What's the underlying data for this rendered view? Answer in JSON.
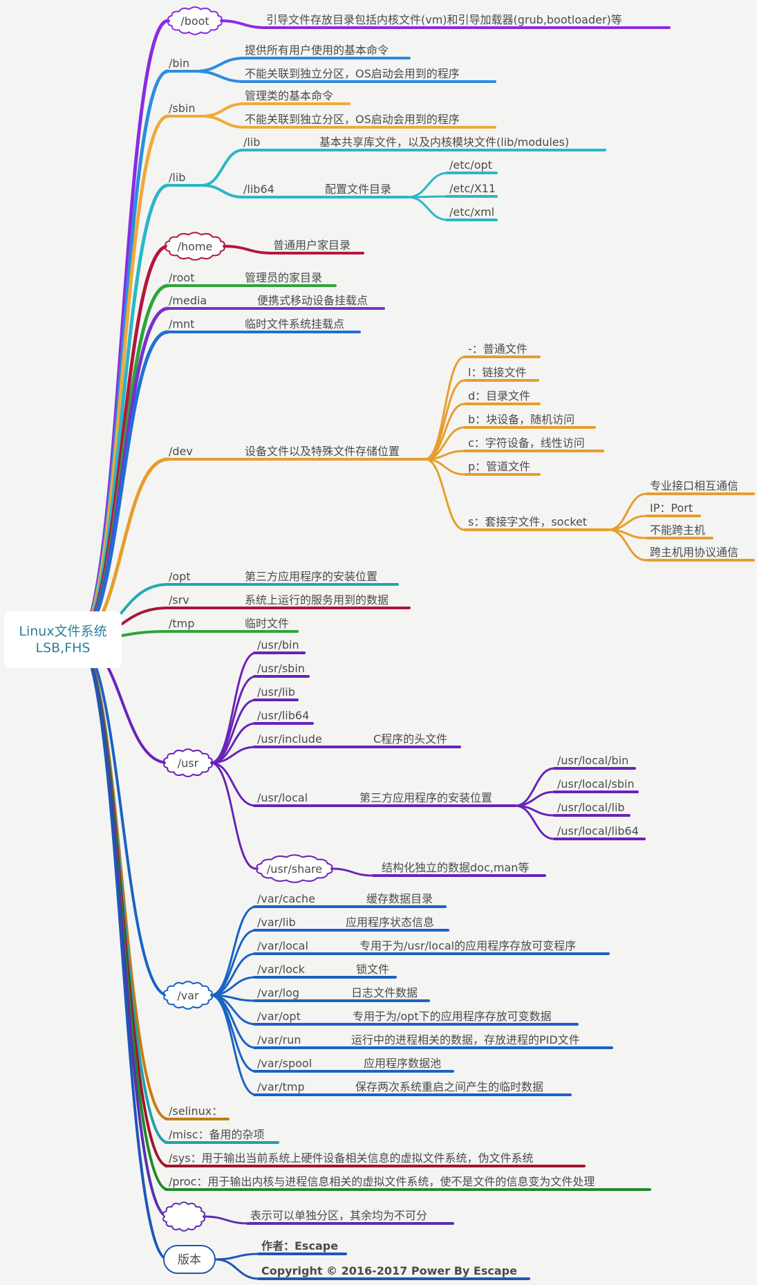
{
  "root": {
    "line1": "Linux文件系统",
    "line2": "LSB,FHS"
  },
  "nodes": {
    "boot": "/boot",
    "boot_desc": "引导文件存放目录包括内核文件(vm)和引导加载器(grub,bootloader)等",
    "bin": "/bin",
    "bin_d1": "提供所有用户使用的基本命令",
    "bin_d2": "不能关联到独立分区，OS启动会用到的程序",
    "sbin": "/sbin",
    "sbin_d1": "管理类的基本命令",
    "sbin_d2": "不能关联到独立分区，OS启动会用到的程序",
    "lib": "/lib",
    "lib_lib": "/lib",
    "lib_lib_desc": "基本共享库文件，以及内核模块文件(lib/modules)",
    "lib_lib64": "/lib64",
    "lib_lib64_desc": "配置文件目录",
    "etc_opt": "/etc/opt",
    "etc_x11": "/etc/X11",
    "etc_xml": "/etc/xml",
    "home": "/home",
    "home_desc": "普通用户家目录",
    "root_dir": "/root",
    "root_desc": "管理员的家目录",
    "media": "/media",
    "media_desc": "便携式移动设备挂载点",
    "mnt": "/mnt",
    "mnt_desc": "临时文件系统挂载点",
    "dev": "/dev",
    "dev_desc": "设备文件以及特殊文件存储位置",
    "dev_t1": "-：普通文件",
    "dev_t2": "l：链接文件",
    "dev_t3": "d：目录文件",
    "dev_t4": "b：块设备，随机访问",
    "dev_t5": "c：字符设备，线性访问",
    "dev_t6": "p：管道文件",
    "dev_t7": "s：套接字文件，socket",
    "sock1": "专业接口相互通信",
    "sock2": "IP：Port",
    "sock3": "不能跨主机",
    "sock4": "跨主机用协议通信",
    "opt": "/opt",
    "opt_desc": "第三方应用程序的安装位置",
    "srv": "/srv",
    "srv_desc": "系统上运行的服务用到的数据",
    "tmp": "/tmp",
    "tmp_desc": "临时文件",
    "usr": "/usr",
    "usr_bin": "/usr/bin",
    "usr_sbin": "/usr/sbin",
    "usr_lib": "/usr/lib",
    "usr_lib64": "/usr/lib64",
    "usr_include": "/usr/include",
    "usr_include_desc": "C程序的头文件",
    "usr_local": "/usr/local",
    "usr_local_desc": "第三方应用程序的安装位置",
    "usr_local_bin": "/usr/local/bin",
    "usr_local_sbin": "/usr/local/sbin",
    "usr_local_lib": "/usr/local/lib",
    "usr_local_lib64": "/usr/local/lib64",
    "usr_share": "/usr/share",
    "usr_share_desc": "结构化独立的数据doc,man等",
    "var": "/var",
    "var_cache": "/var/cache",
    "var_cache_desc": "缓存数据目录",
    "var_lib": "/var/lib",
    "var_lib_desc": "应用程序状态信息",
    "var_local": "/var/local",
    "var_local_desc": "专用于为/usr/local的应用程序存放可变程序",
    "var_lock": "/var/lock",
    "var_lock_desc": "锁文件",
    "var_log": "/var/log",
    "var_log_desc": "日志文件数据",
    "var_opt": "/var/opt",
    "var_opt_desc": "专用于为/opt下的应用程序存放可变数据",
    "var_run": "/var/run",
    "var_run_desc": "运行中的进程相关的数据，存放进程的PID文件",
    "var_spool": "/var/spool",
    "var_spool_desc": "应用程序数据池",
    "var_tmp": "/var/tmp",
    "var_tmp_desc": "保存两次系统重启之间产生的临时数据",
    "selinux": "/selinux：",
    "misc": "/misc：备用的杂项",
    "sys": "/sys：用于输出当前系统上硬件设备相关信息的虚拟文件系统，伪文件系统",
    "proc": "/proc：用于输出内核与进程信息相关的虚拟文件系统，使不是文件的信息变为文件处理",
    "legend_desc": "表示可以单独分区，其余均为不可分",
    "version": "版本",
    "author": "作者：Escape",
    "copyright": "Copyright © 2016-2017 Power By Escape"
  },
  "colors": {
    "purple": "#8a2be2",
    "blue": "#2a8de0",
    "orange": "#f0a93a",
    "cyan": "#2bb6c9",
    "crimson": "#b5163e",
    "green": "#2fa33a",
    "violet": "#7a2fcf",
    "royal": "#1f6fd6",
    "dev_orange": "#e79d2d",
    "teal": "#24a7b5",
    "red": "#a8173a",
    "usr_purple": "#6a22b8",
    "var_blue": "#1a62c4",
    "brown": "#c87a14",
    "misc_teal": "#22a0a8",
    "sys_red": "#a11428",
    "proc_green": "#1f8a2a",
    "legend_violet": "#5a2fb0",
    "version_blue": "#1d57b8"
  }
}
